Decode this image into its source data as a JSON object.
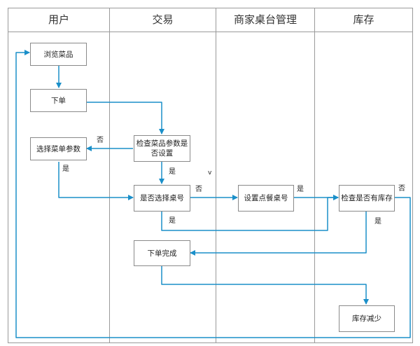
{
  "lanes": [
    "用户",
    "交易",
    "商家桌台管理",
    "库存"
  ],
  "nodes": {
    "browse": "浏览菜品",
    "order": "下单",
    "select_params": "选择菜单参数",
    "check_params": "检查菜品参数是否设置",
    "select_table": "是否选择桌号",
    "set_table": "设置点餐桌号",
    "check_stock": "检查是否有库存",
    "order_done": "下单完成",
    "stock_reduce": "库存减少"
  },
  "edge_labels": {
    "params_no": "否",
    "params_yes_to_select": "是",
    "params_yes_to_table": "是",
    "stray_mark": "v",
    "table_no": "否",
    "table_yes": "是",
    "set_table_yes": "是",
    "stock_no": "否",
    "stock_yes": "是"
  },
  "colors": {
    "arrow": "#1a8fc9",
    "grid": "#9a9a9a",
    "node_border": "#8a8a8a"
  }
}
